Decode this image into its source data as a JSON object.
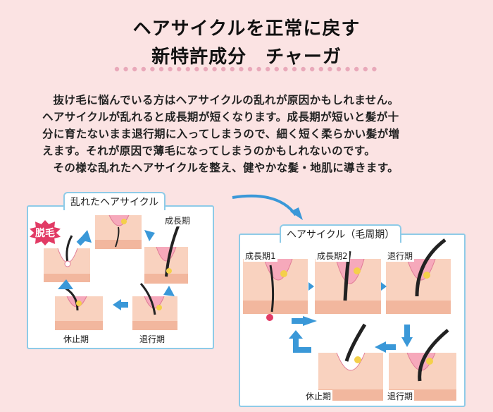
{
  "header": {
    "title_line1": "ヘアサイクルを正常に戻す",
    "title_line2": "新特許成分　チャーガ"
  },
  "body_text": {
    "line1": "抜け毛に悩んでいる方はヘアサイクルの乱れが原因かもしれません。",
    "line2": "ヘアサイクルが乱れると成長期が短くなります。成長期が短いと髪が十",
    "line3": "分に育たないまま退行期に入ってしまうので、細く短く柔らかい髪が増",
    "line4": "えます。それが原因で薄毛になってしまうのかもしれないのです。",
    "line5": "その様な乱れたヘアサイクルを整え、健やかな髪・地肌に導きます。"
  },
  "disordered_cycle": {
    "title": "乱れたヘアサイクル",
    "badge": "脱毛",
    "labels": {
      "growth": "成長期",
      "catagen": "退行期",
      "telogen": "休止期"
    }
  },
  "normal_cycle": {
    "title": "ヘアサイクル（毛周期）",
    "labels": {
      "growth1": "成長期1",
      "growth2": "成長期2",
      "catagen": "退行期",
      "telogen": "休止期",
      "catagen2": "退行期"
    }
  },
  "colors": {
    "background": "#fbe3e3",
    "panel_border": "#8ecbe8",
    "arrow": "#3a98d8",
    "skin": "#f7c7b0",
    "follicle": "#f08aa3",
    "hair": "#222222",
    "badge": "#e23b65",
    "dots": "#e9a9ba"
  },
  "icons": {
    "arrows": "blue-arrow-icon",
    "hair_follicle": "hair-follicle-icon"
  }
}
